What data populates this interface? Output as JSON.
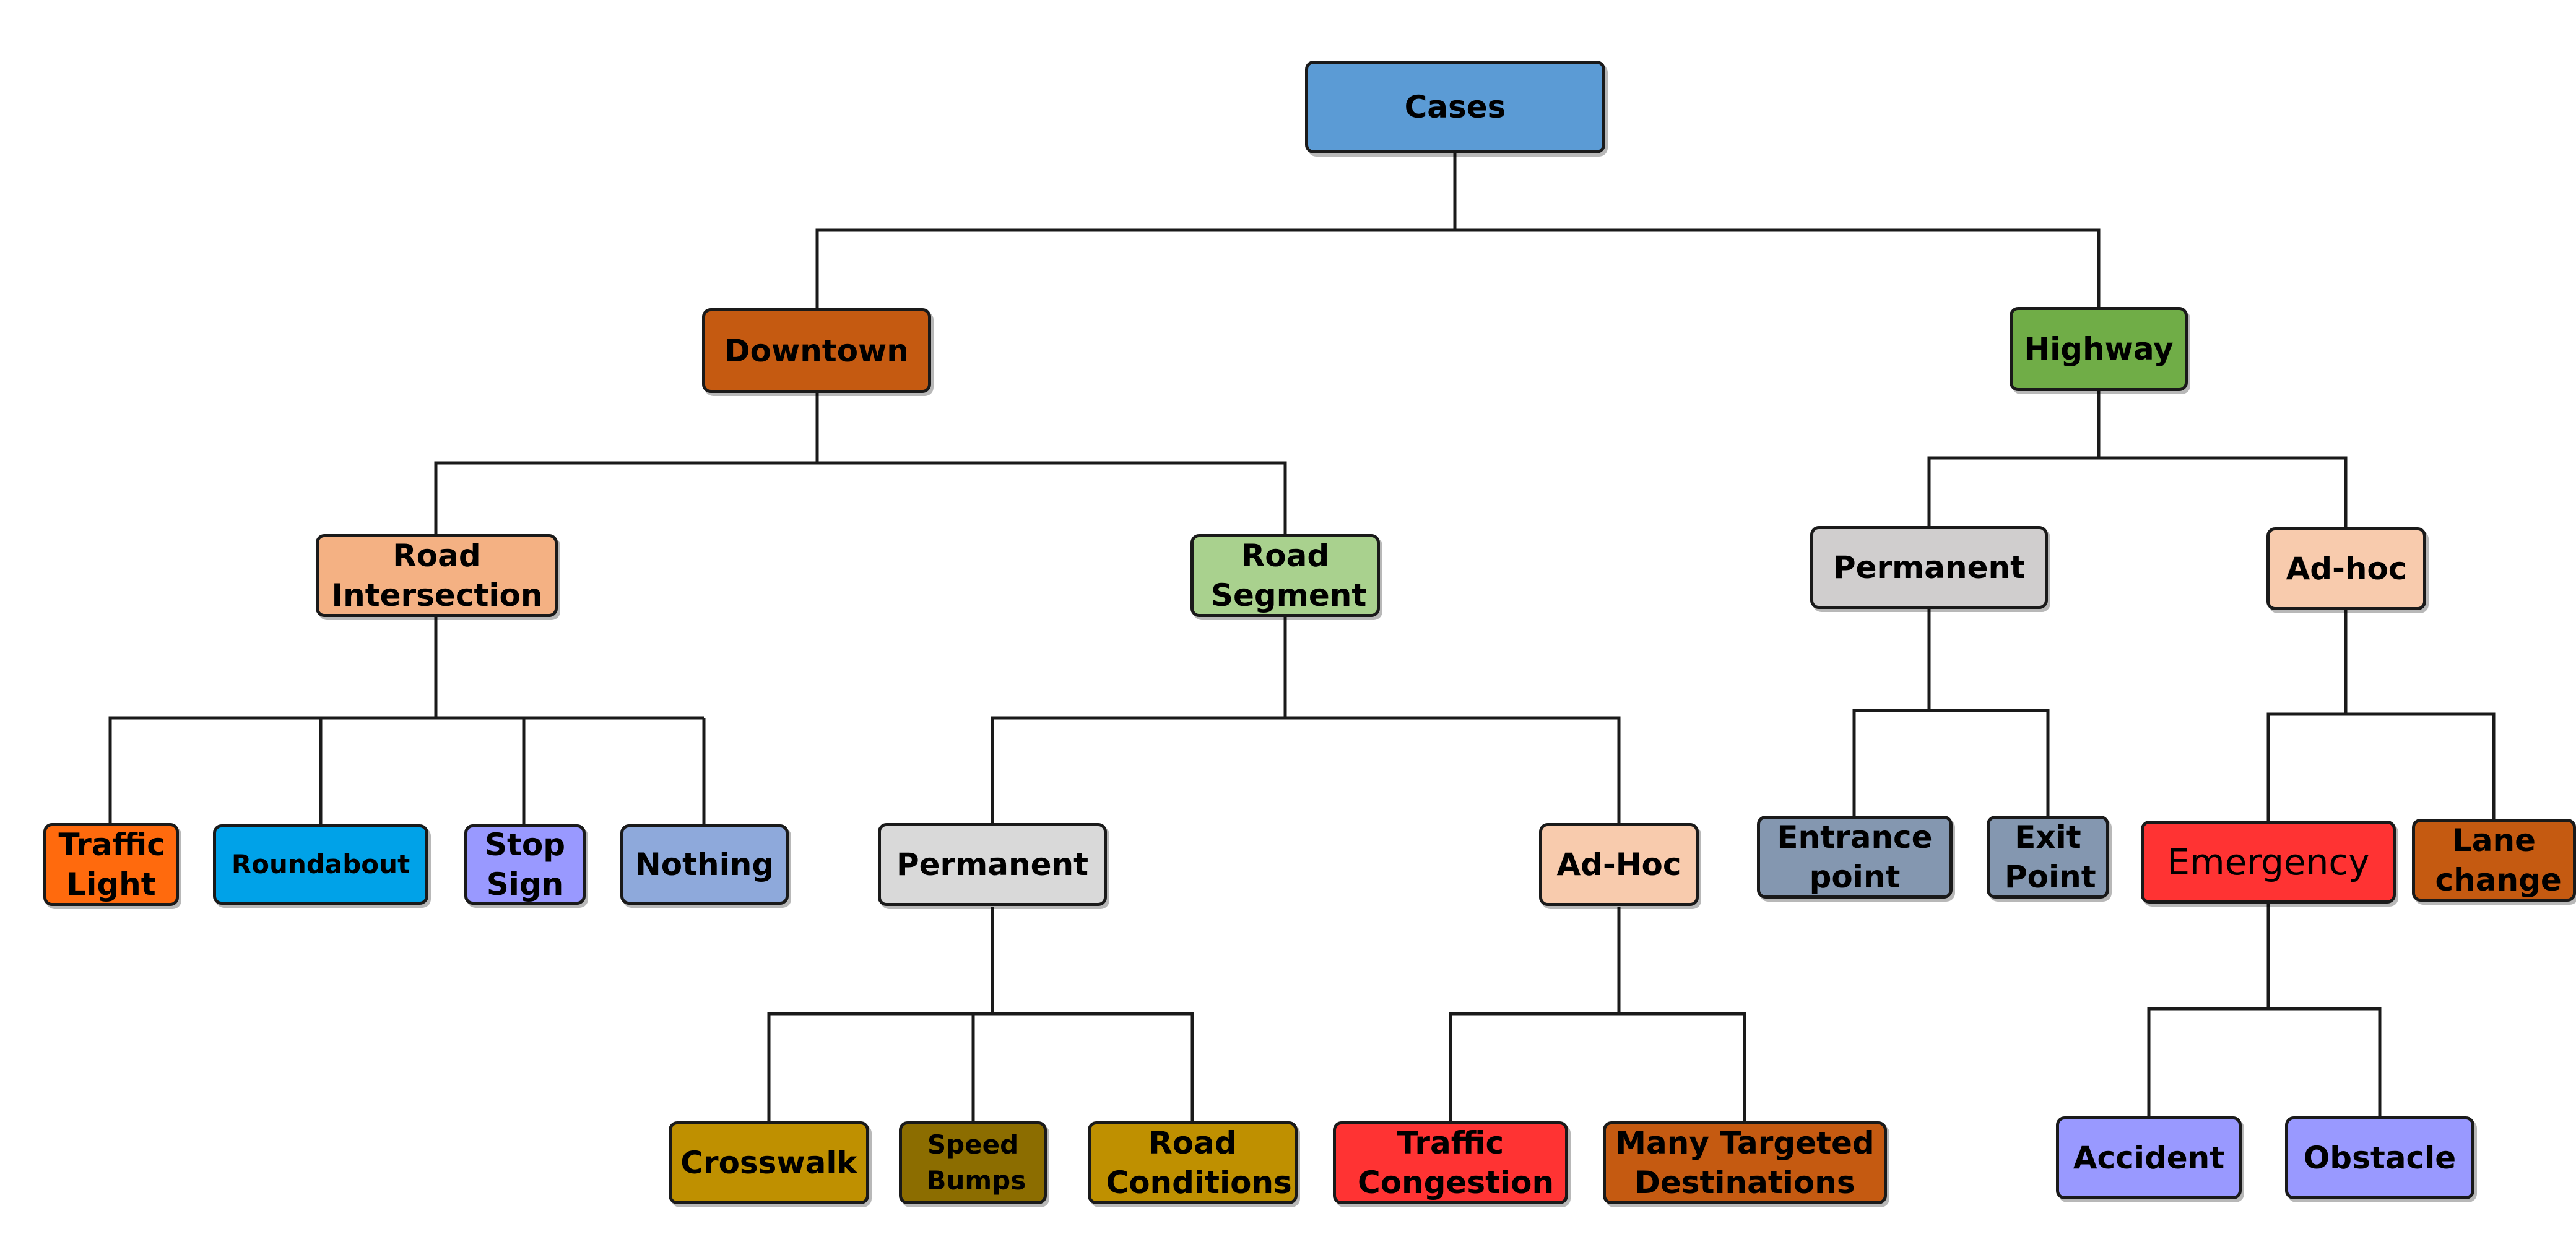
{
  "nodes": {
    "cases": {
      "label": "Cases",
      "color": "#5B9BD5"
    },
    "downtown": {
      "label": "Downtown",
      "color": "#C55A11"
    },
    "highway": {
      "label": "Highway",
      "color": "#70AD47"
    },
    "road_intersection": {
      "label": "Road Intersection",
      "color": "#F4B183"
    },
    "road_segment": {
      "label": "Road Segment",
      "color": "#A9D18E"
    },
    "hw_permanent": {
      "label": "Permanent",
      "color": "#D0CECE"
    },
    "hw_adhoc": {
      "label": "Ad-hoc",
      "color": "#F8CBAD"
    },
    "traffic_light": {
      "label": "Traffic Light",
      "color": "#FF6A0D"
    },
    "roundabout": {
      "label": "Roundabout",
      "color": "#00A2E8"
    },
    "stop_sign": {
      "label": "Stop Sign",
      "color": "#9999FF"
    },
    "nothing": {
      "label": "Nothing",
      "color": "#8EA9DB"
    },
    "rs_permanent": {
      "label": "Permanent",
      "color": "#D9D9D9"
    },
    "rs_adhoc": {
      "label": "Ad-Hoc",
      "color": "#F8CBAD"
    },
    "entrance_point": {
      "label": "Entrance point",
      "color": "#8497B0"
    },
    "exit_point": {
      "label": "Exit Point",
      "color": "#8497B0"
    },
    "emergency": {
      "label": "Emergency",
      "color": "#FF3333"
    },
    "lane_change": {
      "label": "Lane change",
      "color": "#C55A11"
    },
    "crosswalk": {
      "label": "Crosswalk",
      "color": "#BF9000"
    },
    "speed_bumps": {
      "label": "Speed Bumps",
      "color": "#8C6D00"
    },
    "road_conditions": {
      "label": "Road Conditions",
      "color": "#BF9000"
    },
    "traffic_congestion": {
      "label": "Traffic Congestion",
      "color": "#FF3333"
    },
    "many_targeted": {
      "label": "Many Targeted Destinations",
      "color": "#C55A11"
    },
    "accident": {
      "label": "Accident",
      "color": "#9999FF"
    },
    "obstacle": {
      "label": "Obstacle",
      "color": "#9999FF"
    }
  }
}
